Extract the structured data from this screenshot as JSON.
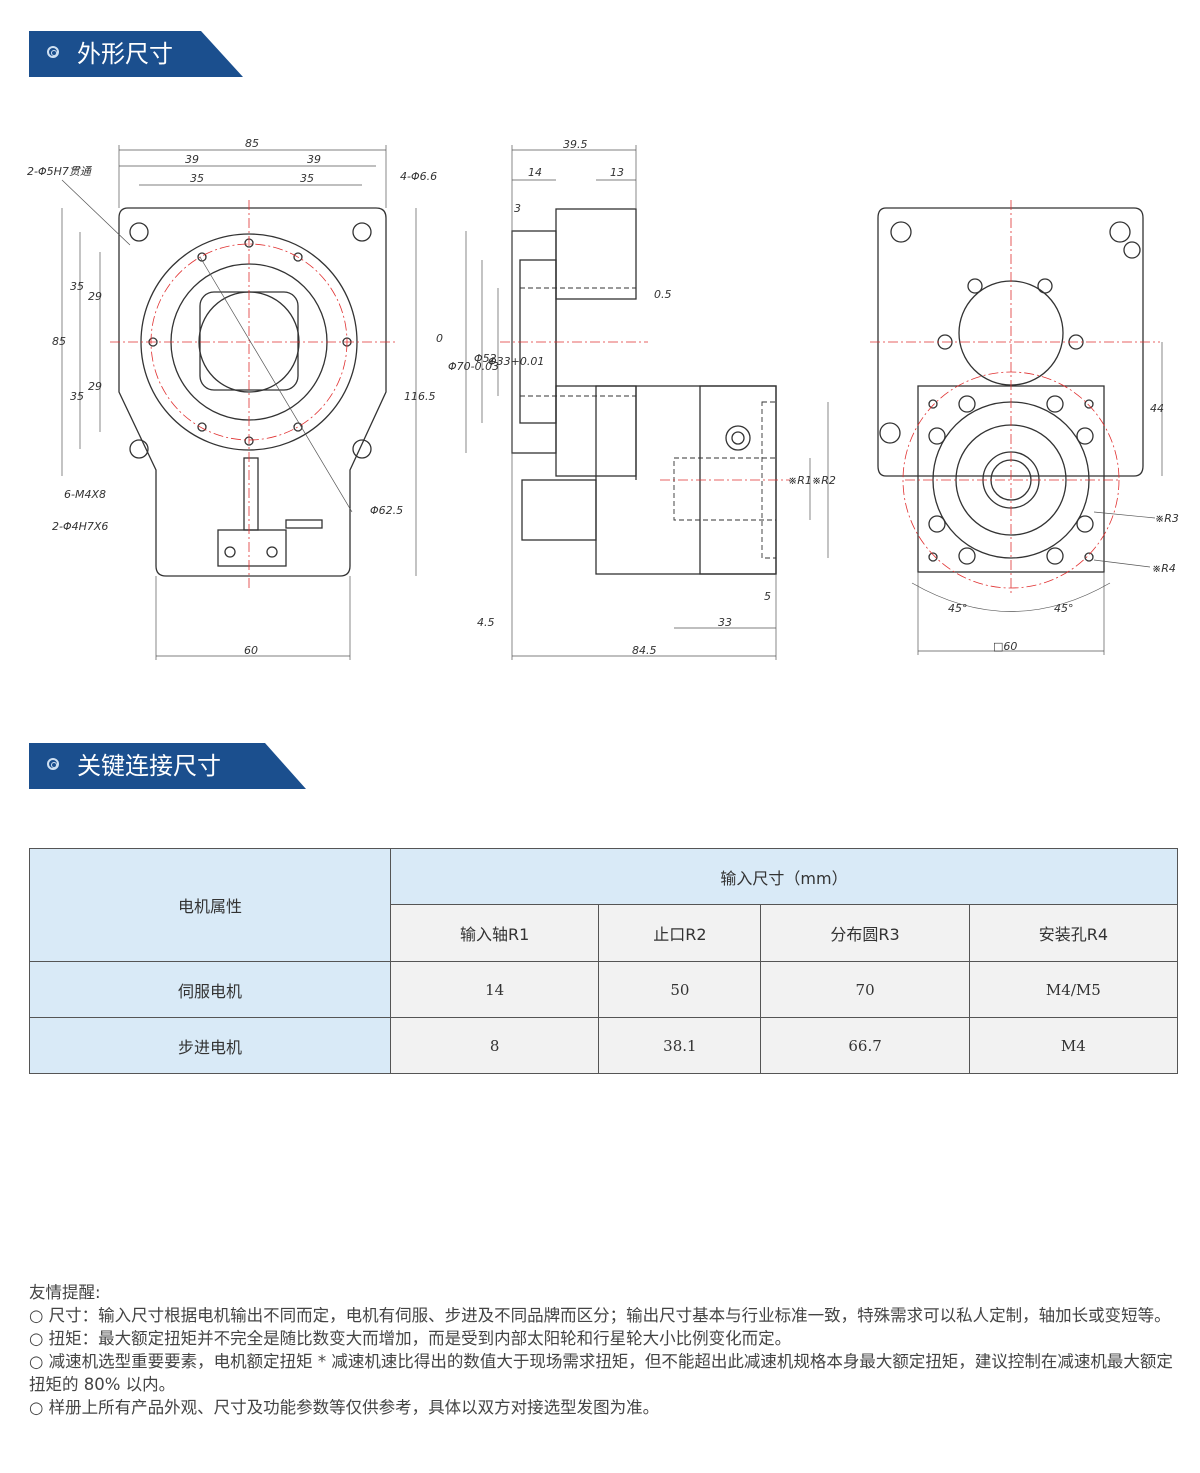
{
  "sections": {
    "dimensions_title": "外形尺寸",
    "connection_title": "关键连接尺寸"
  },
  "drawing": {
    "labels": {
      "front_top_85": "85",
      "front_39_left": "39",
      "front_39_right": "39",
      "front_35_left": "35",
      "front_35_right": "35",
      "hole_top_left": "2-Φ5H7贯通",
      "hole_top_right": "4-Φ6.6",
      "front_left_85": "85",
      "front_35_top": "35",
      "front_29_top": "29",
      "front_35_bottom": "35",
      "front_29_bottom": "29",
      "front_height": "116.5",
      "thread": "6-M4X8",
      "pins": "2-Φ4H7X6",
      "pcd": "Φ62.5",
      "front_bottom_60": "60",
      "side_top": "39.5",
      "side_14": "14",
      "side_13": "13",
      "side_3": "3",
      "side_0": "0",
      "side_d70": "Φ70-0.03",
      "side_d52": "Φ52",
      "side_d33": "Φ33+0.01",
      "side_05": "0.5",
      "side_r1": "※R1",
      "side_r2": "※R2",
      "side_45": "4.5",
      "side_5": "5",
      "side_33": "33",
      "side_845": "84.5",
      "rear_44": "44",
      "rear_r3": "※R3",
      "rear_r4": "※R4",
      "rear_45_left": "45°",
      "rear_45_right": "45°",
      "rear_60": "□60"
    }
  },
  "table": {
    "attr_header": "电机属性",
    "input_header": "输入尺寸（mm）",
    "columns": [
      "输入轴R1",
      "止口R2",
      "分布圆R3",
      "安装孔R4"
    ],
    "rows": [
      {
        "label": "伺服电机",
        "values": [
          "14",
          "50",
          "70",
          "M4/M5"
        ]
      },
      {
        "label": "步进电机",
        "values": [
          "8",
          "38.1",
          "66.7",
          "M4"
        ]
      }
    ]
  },
  "notes": {
    "title": "友情提醒:",
    "items": [
      "○ 尺寸：输入尺寸根据电机输出不同而定，电机有伺服、步进及不同品牌而区分；输出尺寸基本与行业标准一致，特殊需求可以私人定制，轴加长或变短等。",
      "○ 扭矩：最大额定扭矩并不完全是随比数变大而增加，而是受到内部太阳轮和行星轮大小比例变化而定。",
      "○ 减速机选型重要要素，电机额定扭矩 * 减速机速比得出的数值大于现场需求扭矩，但不能超出此减速机规格本身最大额定扭矩，建议控制在减速机最大额定扭矩的 80% 以内。",
      "○ 样册上所有产品外观、尺寸及功能参数等仅供参考，具体以双方对接选型发图为准。"
    ]
  },
  "colors": {
    "banner": "#1b4f8e",
    "header_bg": "#d9eaf7",
    "cell_bg": "#f2f2f2",
    "center_line": "#e03030"
  }
}
